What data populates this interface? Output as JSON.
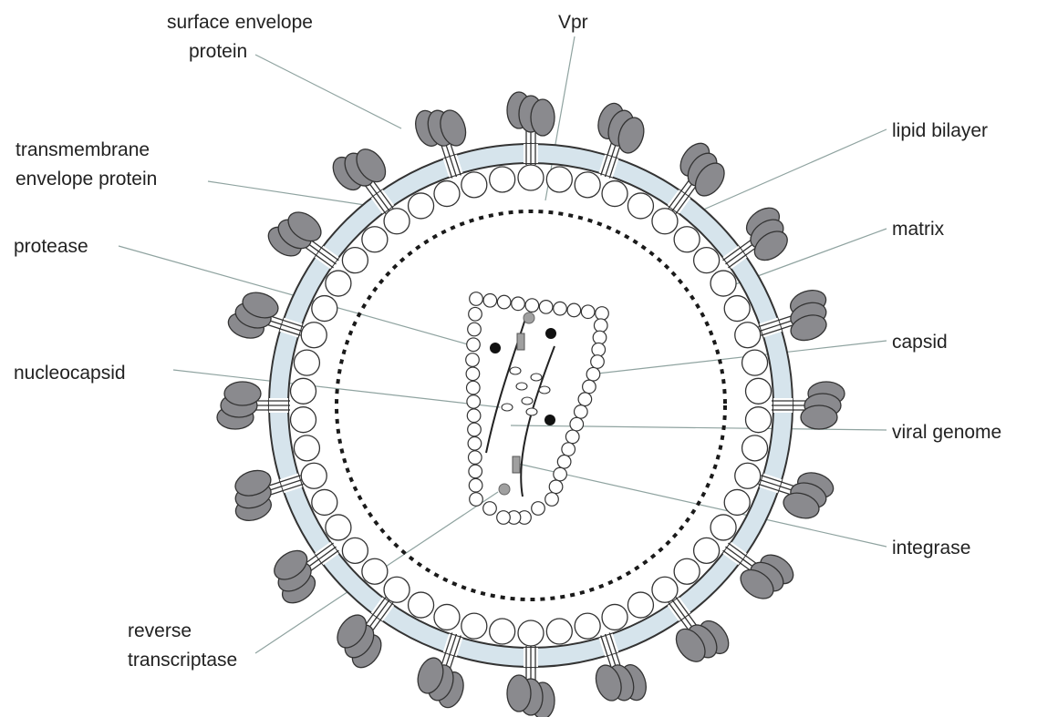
{
  "diagram": {
    "labels": {
      "surface_envelope_protein": [
        "surface envelope",
        "protein"
      ],
      "vpr": "Vpr",
      "lipid_bilayer": "lipid bilayer",
      "transmembrane_envelope_protein": [
        "transmembrane",
        "envelope protein"
      ],
      "matrix": "matrix",
      "protease": "protease",
      "capsid": "capsid",
      "nucleocapsid": "nucleocapsid",
      "viral_genome": "viral genome",
      "integrase": "integrase",
      "reverse_transcriptase": [
        "reverse",
        "transcriptase"
      ]
    },
    "colors": {
      "envelope_protein_fill": "#8a8a8e",
      "lipid_bilayer_fill": "#d6e4ec",
      "outline": "#333333",
      "leader_line": "#8fa3a0",
      "dark_dot": "#111111",
      "grey_dot": "#a0a0a0"
    },
    "counts": {
      "envelope_spikes": 20,
      "matrix_circles": 50
    }
  }
}
